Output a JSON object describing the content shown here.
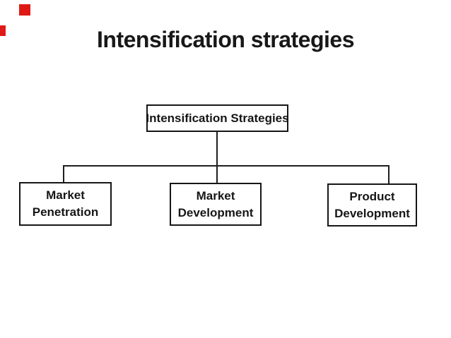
{
  "page": {
    "background_color": "#ffffff",
    "text_color": "#181818",
    "line_color": "#1e1e1e",
    "decoration_color": "#df1a16"
  },
  "title": "Intensification strategies",
  "diagram": {
    "type": "org-chart",
    "root": {
      "label": "Intensification Strategies"
    },
    "children": [
      {
        "line1": "Market",
        "line2": "Penetration"
      },
      {
        "line1": "Market",
        "line2": "Development"
      },
      {
        "line1": "Product",
        "line2": "Development"
      }
    ]
  }
}
